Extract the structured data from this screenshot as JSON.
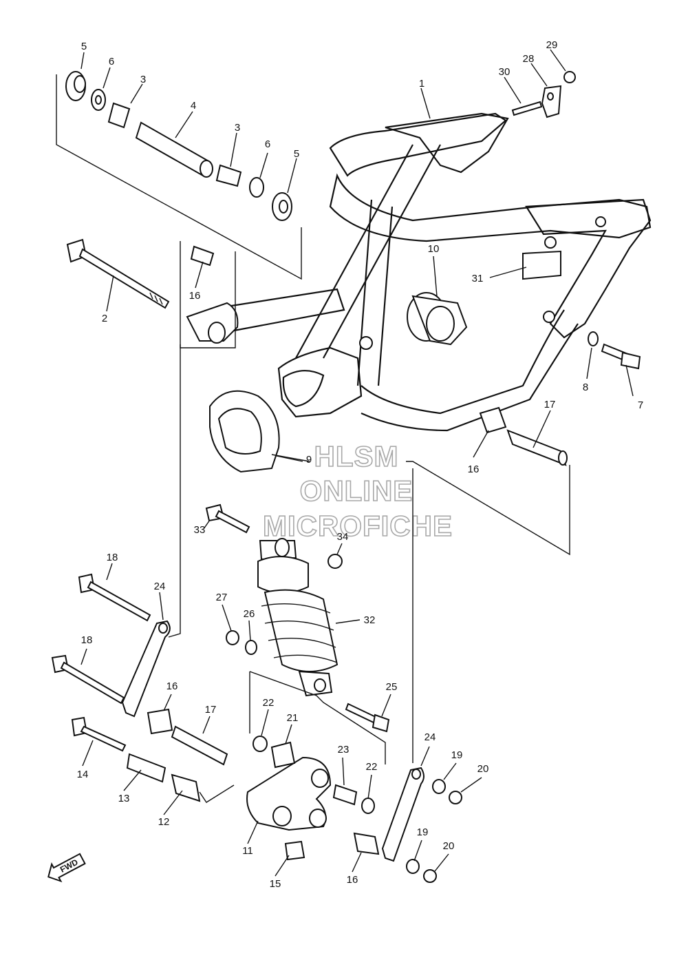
{
  "diagram": {
    "watermark": [
      "HLSM",
      "ONLINE",
      "MICROFICHE"
    ],
    "fwd_label": "FWD",
    "callouts": [
      {
        "id": "c5a",
        "text": "5"
      },
      {
        "id": "c6a",
        "text": "6"
      },
      {
        "id": "c3a",
        "text": "3"
      },
      {
        "id": "c4",
        "text": "4"
      },
      {
        "id": "c3b",
        "text": "3"
      },
      {
        "id": "c6b",
        "text": "6"
      },
      {
        "id": "c5b",
        "text": "5"
      },
      {
        "id": "c1",
        "text": "1"
      },
      {
        "id": "c30",
        "text": "30"
      },
      {
        "id": "c28",
        "text": "28"
      },
      {
        "id": "c29",
        "text": "29"
      },
      {
        "id": "c10",
        "text": "10"
      },
      {
        "id": "c31",
        "text": "31"
      },
      {
        "id": "c2",
        "text": "2"
      },
      {
        "id": "c16a",
        "text": "16"
      },
      {
        "id": "c8",
        "text": "8"
      },
      {
        "id": "c7",
        "text": "7"
      },
      {
        "id": "c17a",
        "text": "17"
      },
      {
        "id": "c16b",
        "text": "16"
      },
      {
        "id": "c9",
        "text": "9"
      },
      {
        "id": "c33",
        "text": "33"
      },
      {
        "id": "c34",
        "text": "34"
      },
      {
        "id": "c18a",
        "text": "18"
      },
      {
        "id": "c24a",
        "text": "24"
      },
      {
        "id": "c27",
        "text": "27"
      },
      {
        "id": "c26",
        "text": "26"
      },
      {
        "id": "c32",
        "text": "32"
      },
      {
        "id": "c18b",
        "text": "18"
      },
      {
        "id": "c16c",
        "text": "16"
      },
      {
        "id": "c17b",
        "text": "17"
      },
      {
        "id": "c22a",
        "text": "22"
      },
      {
        "id": "c21",
        "text": "21"
      },
      {
        "id": "c25",
        "text": "25"
      },
      {
        "id": "c24b",
        "text": "24"
      },
      {
        "id": "c14",
        "text": "14"
      },
      {
        "id": "c23",
        "text": "23"
      },
      {
        "id": "c22b",
        "text": "22"
      },
      {
        "id": "c19a",
        "text": "19"
      },
      {
        "id": "c20a",
        "text": "20"
      },
      {
        "id": "c13",
        "text": "13"
      },
      {
        "id": "c12",
        "text": "12"
      },
      {
        "id": "c11",
        "text": "11"
      },
      {
        "id": "c19b",
        "text": "19"
      },
      {
        "id": "c20b",
        "text": "20"
      },
      {
        "id": "c15",
        "text": "15"
      },
      {
        "id": "c16d",
        "text": "16"
      }
    ]
  }
}
